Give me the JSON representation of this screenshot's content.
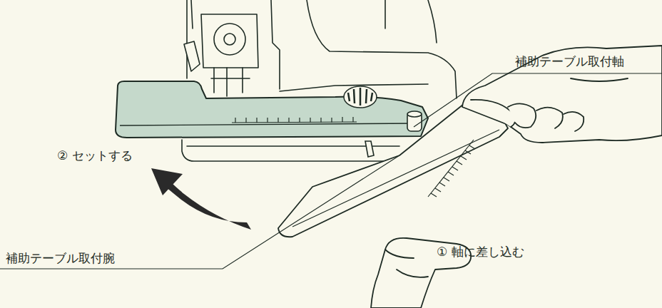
{
  "diagram": {
    "labels": [
      "補助テーブル取付軸",
      "② セットする",
      "補助テーブル取付腕",
      "① 軸に差し込む"
    ]
  }
}
